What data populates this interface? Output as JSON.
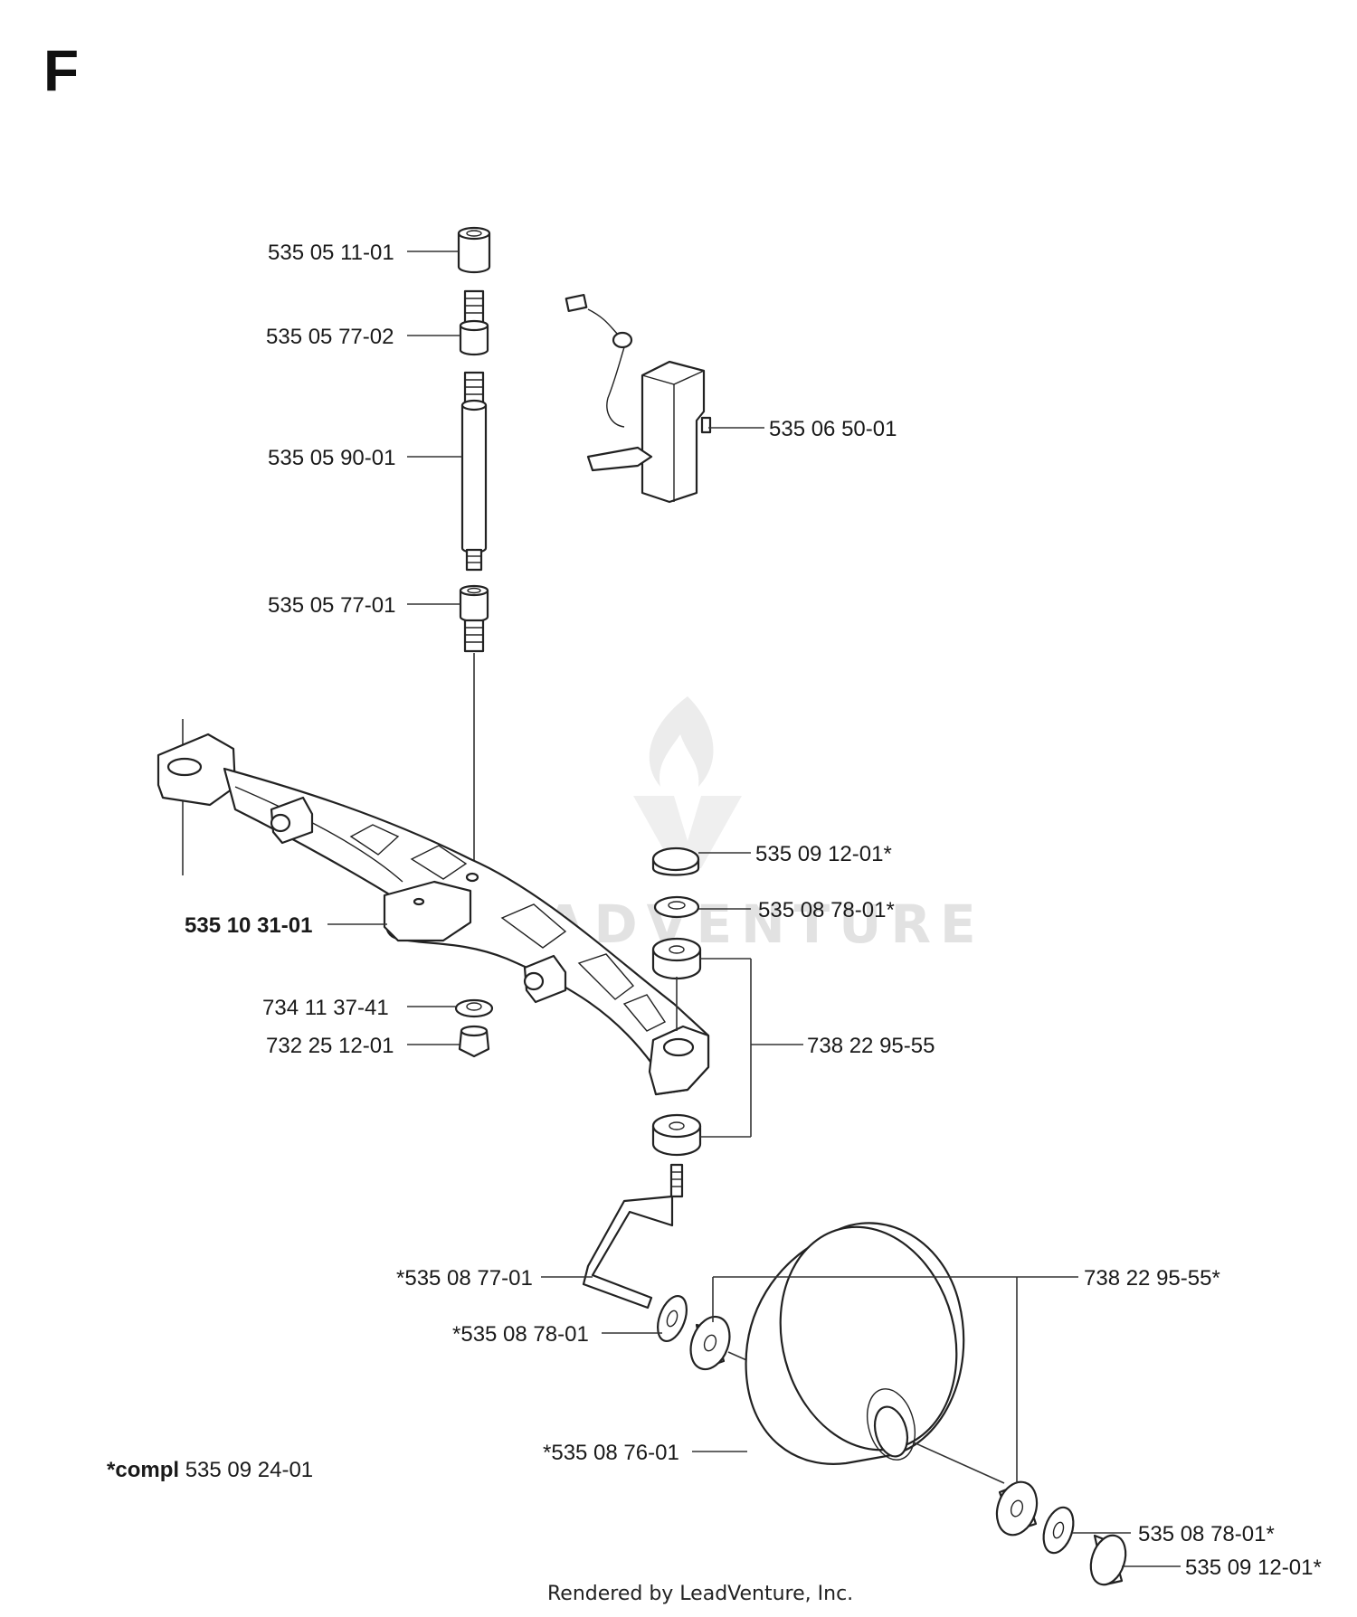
{
  "section_letter": "F",
  "parts": {
    "p1": "535 05 11-01",
    "p2": "535 05 77-02",
    "p3": "535 05 90-01",
    "p4": "535 06 50-01",
    "p5": "535 05 77-01",
    "p6": "535 09 12-01*",
    "p7": "535 08 78-01*",
    "p8": "535 10 31-01",
    "p9": "734 11 37-41",
    "p10": "732 25 12-01",
    "p11": "738 22 95-55",
    "p12": "*535 08 77-01",
    "p13": "738 22 95-55*",
    "p14": "*535 08 78-01",
    "p15": "*535 08 76-01",
    "p16": "535 08 78-01*",
    "p17": "535 09 12-01*"
  },
  "compl": {
    "prefix": "*compl",
    "number": "535 09 24-01"
  },
  "watermark": "LEADVENTURE",
  "footer": "Rendered by LeadVenture, Inc."
}
